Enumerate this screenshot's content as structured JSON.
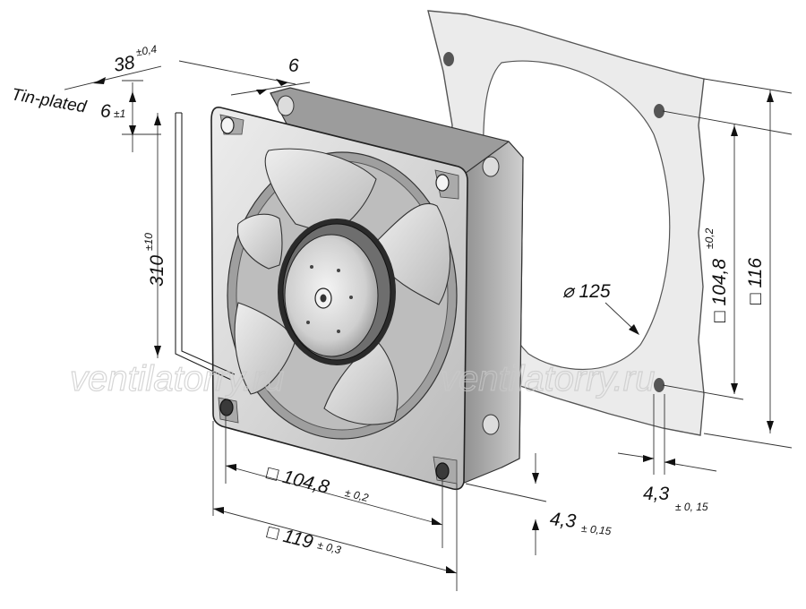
{
  "labels": {
    "tin_plated": "Tin-plated",
    "depth_value": "38",
    "depth_tol": "±0,4",
    "six_top": "6",
    "six_side": "6",
    "six_tol": "±1",
    "cable_value": "310",
    "cable_tol": "±10",
    "diameter": "⌀ 125",
    "side_holes_value": "□ 104,8",
    "side_holes_tol": "±0,2",
    "side_size": "□ 116",
    "front_holes_value": "□ 104,8",
    "front_holes_tol": "± 0,2",
    "front_size_value": "□ 119",
    "front_size_tol": "± 0,3",
    "hole_front_value": "4,3",
    "hole_front_tol": "± 0,15",
    "hole_side_value": "4,3",
    "hole_side_tol": "± 0, 15"
  },
  "watermark": {
    "text_left": "ventilatorry.ru",
    "text_right": "ventilatorry.ru"
  },
  "colors": {
    "frame_light": "#e2e2e2",
    "frame_mid": "#c4c4c4",
    "frame_dark": "#7a7a7a",
    "gasket": "#e9e9e9",
    "blade": "#d0d0d0",
    "hub": "#bfbfbf"
  }
}
